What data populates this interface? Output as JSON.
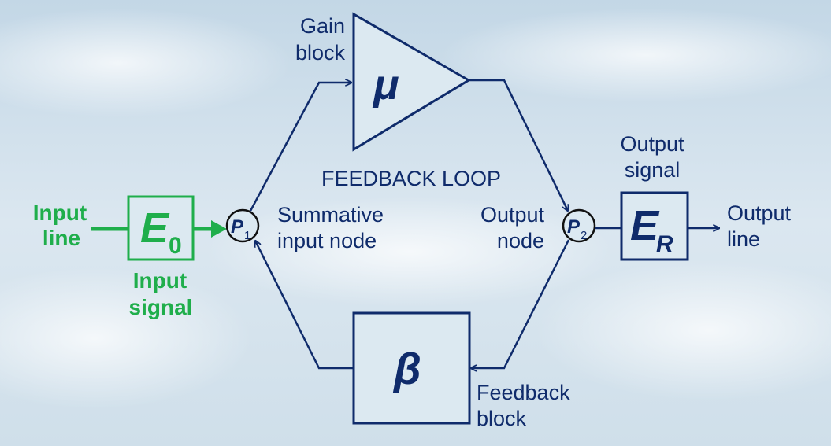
{
  "labels": {
    "input_line": [
      "Input",
      "line"
    ],
    "input_signal": [
      "Input",
      "signal"
    ],
    "e0_main": "E",
    "e0_sub": "0",
    "p1_main": "P",
    "p1_sub": "1",
    "summative": [
      "Summative",
      "input node"
    ],
    "gain_block": [
      "Gain",
      "block"
    ],
    "mu": "μ",
    "feedback_loop": "FEEDBACK LOOP",
    "output_node": [
      "Output",
      "node"
    ],
    "p2_main": "P",
    "p2_sub": "2",
    "output_signal": [
      "Output",
      "signal"
    ],
    "er_main": "E",
    "er_sub": "R",
    "output_line": [
      "Output",
      "line"
    ],
    "beta": "β",
    "feedback_block": [
      "Feedback",
      "block"
    ]
  },
  "colors": {
    "navy": "#0f2b6b",
    "green": "#1fae4b",
    "box_fill": "#dce9f1"
  }
}
